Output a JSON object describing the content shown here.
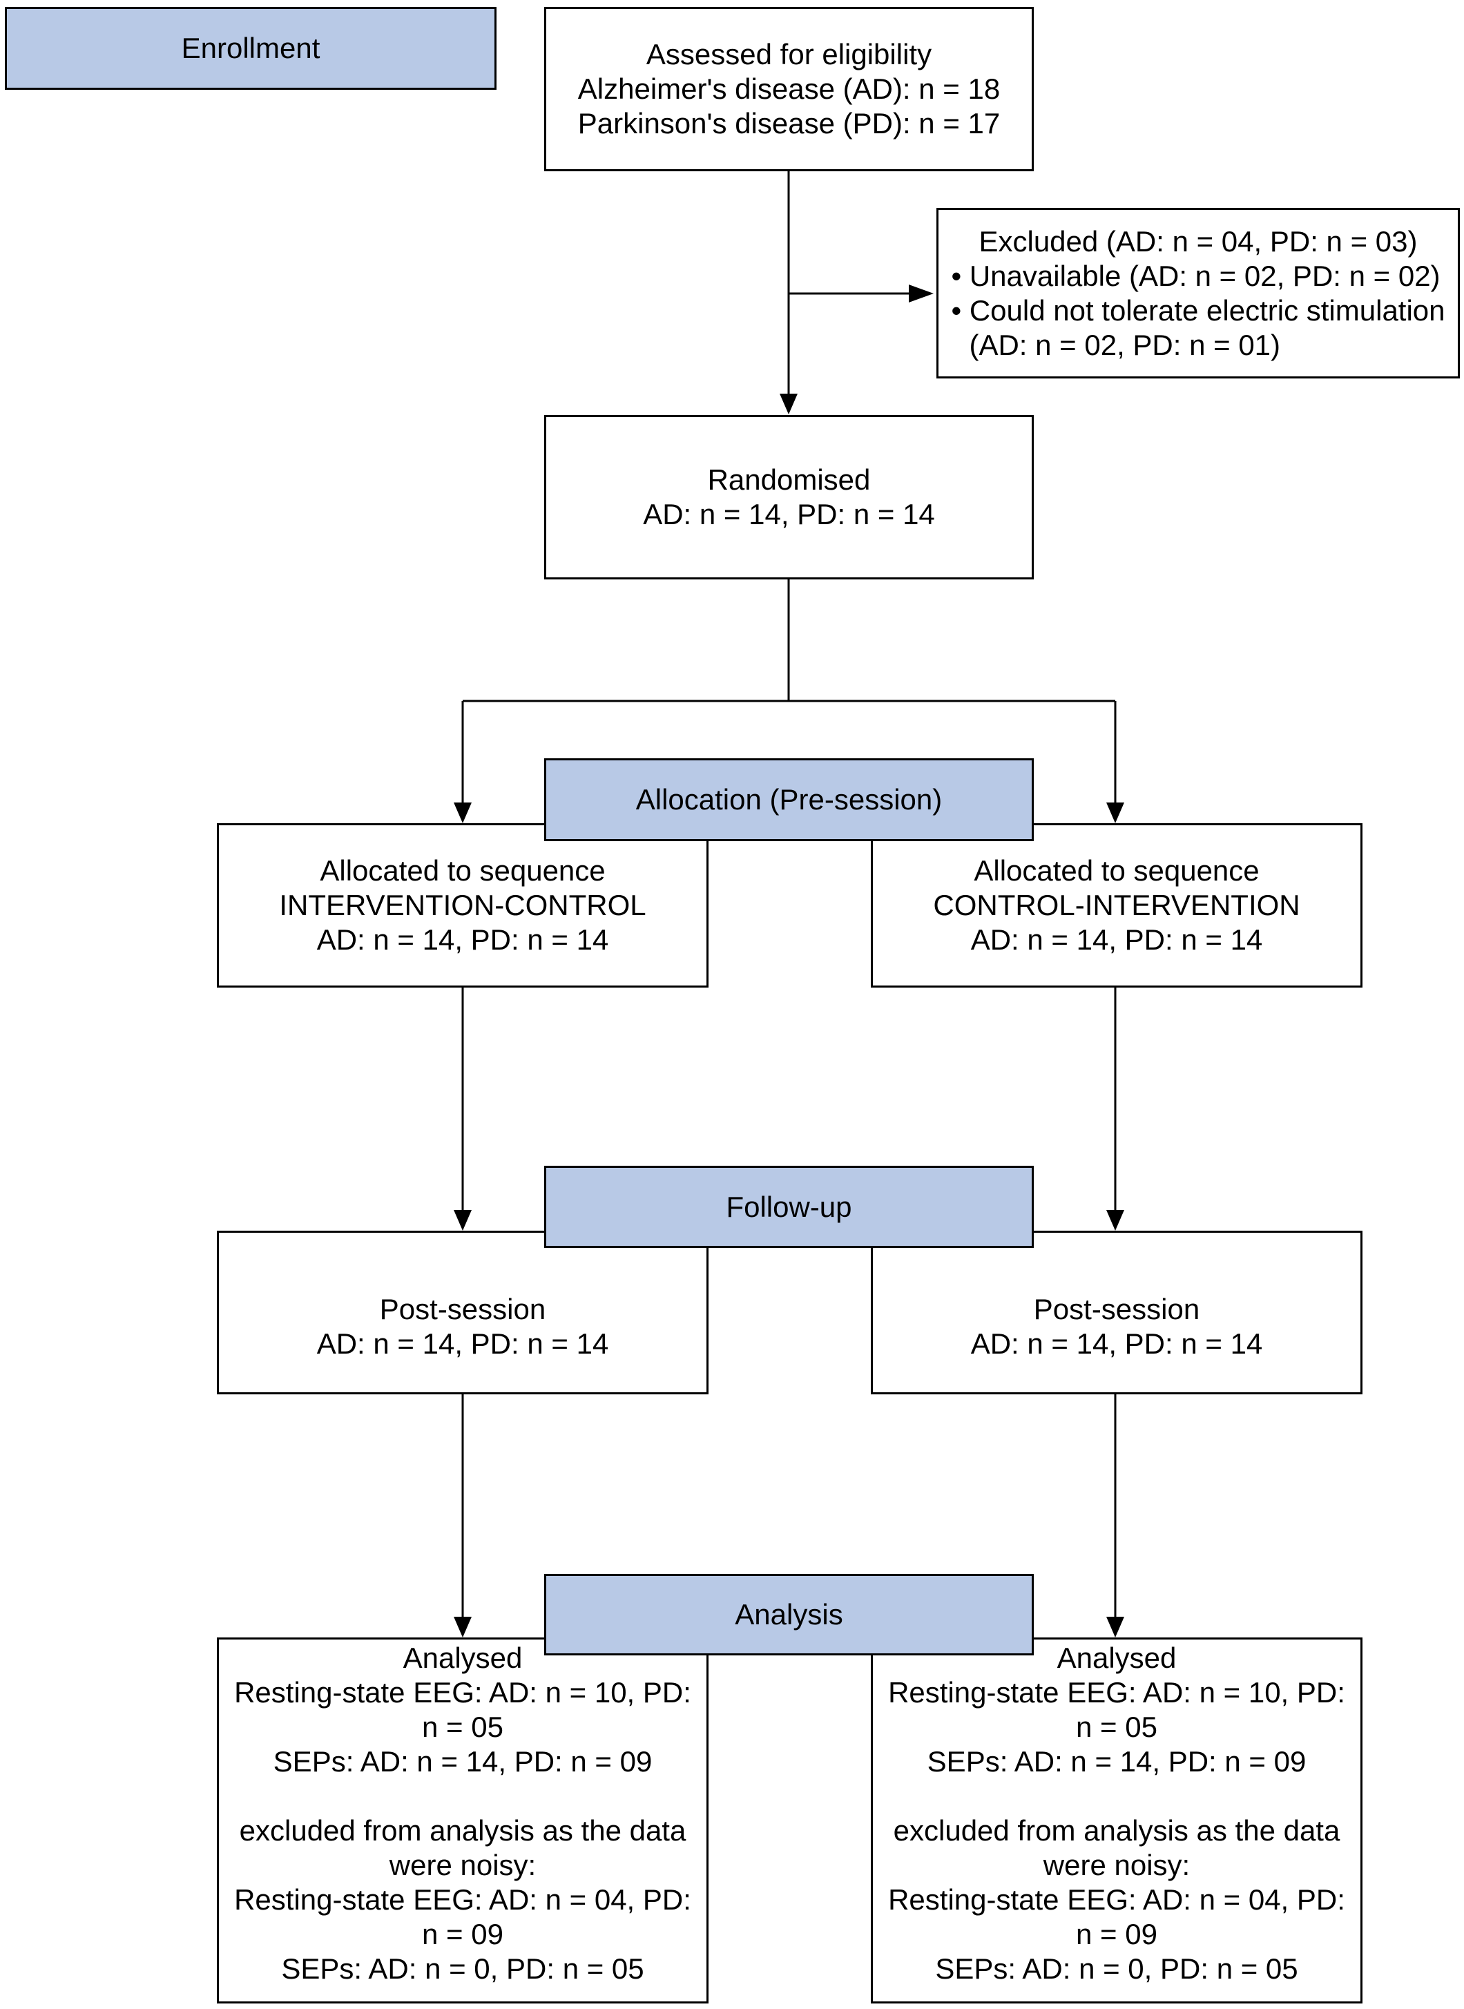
{
  "stages": {
    "enrollment": "Enrollment",
    "allocation": "Allocation (Pre-session)",
    "followup": "Follow-up",
    "analysis": "Analysis"
  },
  "assessed": {
    "title": "Assessed for eligibility",
    "ad": "Alzheimer's disease (AD): n = 18",
    "pd": "Parkinson's disease (PD): n = 17"
  },
  "excluded": {
    "title": "Excluded (AD: n = 04, PD: n = 03)",
    "item1": "• Unavailable (AD: n = 02, PD: n = 02)",
    "item2": "• Could not tolerate electric stimulation",
    "item2_cont": "(AD: n = 02, PD: n = 01)"
  },
  "randomised": {
    "title": "Randomised",
    "counts": "AD: n = 14, PD: n = 14"
  },
  "allocated_left": {
    "title": "Allocated to sequence",
    "sequence": "INTERVENTION-CONTROL",
    "counts": "AD: n = 14, PD: n = 14"
  },
  "allocated_right": {
    "title": "Allocated to sequence",
    "sequence": "CONTROL-INTERVENTION",
    "counts": "AD: n = 14, PD: n = 14"
  },
  "post_left": {
    "title": "Post-session",
    "counts": "AD: n = 14, PD: n = 14"
  },
  "post_right": {
    "title": "Post-session",
    "counts": "AD: n = 14, PD: n = 14"
  },
  "analysed_left": {
    "title": "Analysed",
    "eeg1": "Resting-state EEG: AD: n = 10, PD:",
    "eeg1b": "n = 05",
    "seps1": "SEPs: AD: n = 14, PD: n = 09",
    "excl1": "excluded from analysis as the data",
    "excl2": "were noisy:",
    "eeg2": "Resting-state EEG: AD: n = 04, PD:",
    "eeg2b": "n = 09",
    "seps2": "SEPs: AD: n = 0, PD: n = 05"
  },
  "analysed_right": {
    "title": "Analysed",
    "eeg1": "Resting-state EEG: AD: n = 10, PD:",
    "eeg1b": "n = 05",
    "seps1": "SEPs: AD: n = 14, PD: n = 09",
    "excl1": "excluded from analysis as the data",
    "excl2": "were noisy:",
    "eeg2": "Resting-state EEG: AD: n = 04, PD:",
    "eeg2b": "n = 09",
    "seps2": "SEPs: AD: n = 0, PD: n = 05"
  }
}
